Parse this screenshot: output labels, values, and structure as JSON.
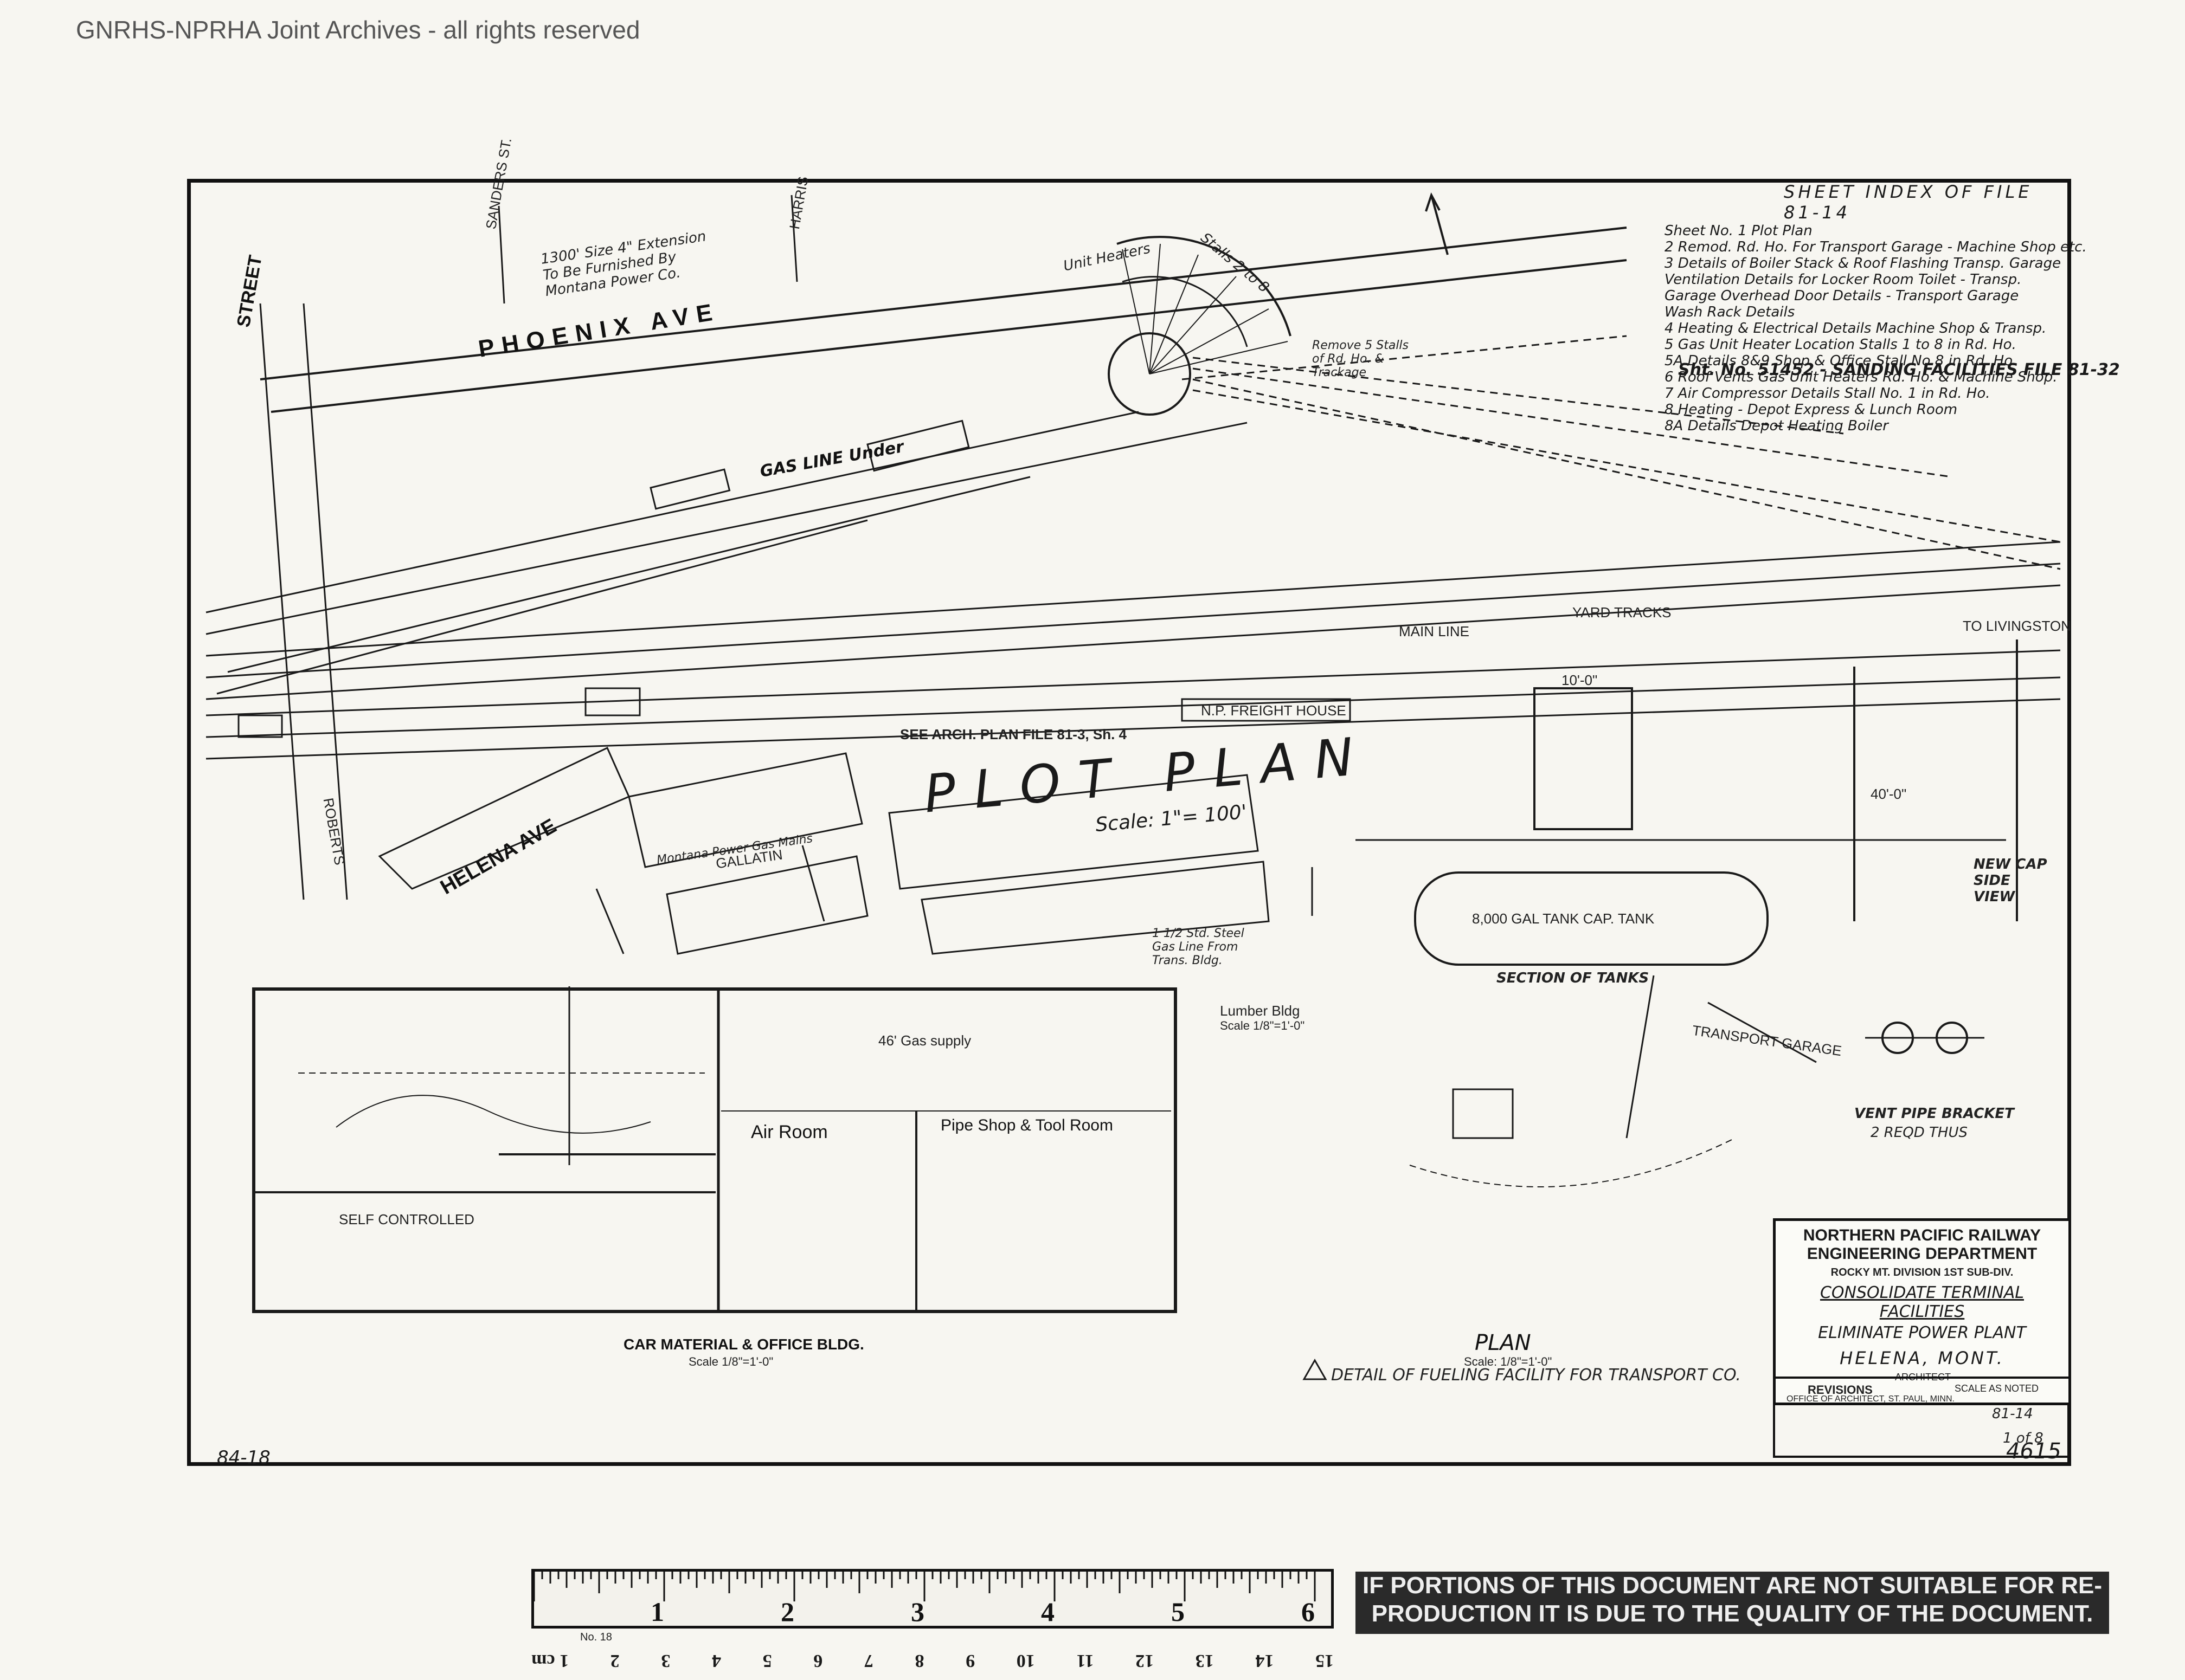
{
  "watermark": "GNRHS-NPRHA Joint Archives - all rights reserved",
  "sheet_index": {
    "title": "SHEET INDEX OF FILE 81-14",
    "rows": [
      "Sheet No. 1  Plot Plan",
      "2  Remod. Rd. Ho. For Transport Garage - Machine Shop etc.",
      "3  Details of Boiler Stack & Roof Flashing Transp. Garage",
      "Ventilation Details for Locker Room Toilet - Transp.",
      "Garage Overhead Door Details - Transport Garage",
      "Wash Rack Details",
      "4  Heating & Electrical Details Machine Shop & Transp.",
      "5  Gas Unit Heater Location Stalls 1 to 8 in Rd. Ho.",
      "5A  Details 8&9 Shop & Office Stall No 8 in Rd. Ho.",
      "6  Roof Vents Gas Unit Heaters Rd. Ho. & Machine Shop.",
      "7  Air Compressor Details Stall No. 1 in Rd. Ho.",
      "8  Heating - Depot Express & Lunch Room",
      "8A  Details Depot Heating Boiler"
    ],
    "sanding": "Sht. No. 51452 - SANDING FACILITIES FILE 81-32"
  },
  "labels": {
    "plot_plan": "PLOT PLAN",
    "plot_plan_scale": "Scale: 1\"= 100'",
    "phoenix_ave": "PHOENIX AVE",
    "sanders_st": "SANDERS ST.",
    "harris": "HARRIS",
    "street": "STREET",
    "helena_ave": "HELENA AVE",
    "gallatin": "GALLATIN",
    "roberts": "ROBERTS",
    "gas_extension": "1300' Size 4\" Extension To Be Furnished By Montana Power Co.",
    "gas_line": "GAS LINE Under",
    "unit_heaters": "Unit Heaters",
    "stalls": "Stalls 2 to 8",
    "remove_stalls": "Remove 5 Stalls of Rd. Ho. & Trackage",
    "yard_tracks": "YARD TRACKS",
    "main_line": "MAIN LINE",
    "to_livingston": "TO LIVINGSTON",
    "freight_house": "N.P. FREIGHT HOUSE",
    "see_arch": "SEE ARCH. PLAN FILE 81-3, Sh. 4",
    "montana_gas": "Montana Power Gas Mains",
    "gas_tank": "8,000 GAL TANK CAP. TANK",
    "section_tanks": "SECTION OF TANKS",
    "transport_garage": "TRANSPORT GARAGE",
    "vent_pipe": "VENT PIPE BRACKET",
    "vent_pipe_2": "2 REQD THUS",
    "new_cap": "NEW CAP SIDE VIEW",
    "air_room": "Air Room",
    "pipe_shop": "Pipe Shop & Tool Room",
    "self_controlled": "SELF CONTROLLED",
    "car_material": "CAR MATERIAL & OFFICE BLDG.",
    "car_material_scale": "Scale 1/8\"=1'-0\"",
    "lumber_bldg": "Lumber Bldg",
    "lumber_scale": "Scale 1/8\"=1'-0\"",
    "plan": "PLAN",
    "plan_scale": "Scale: 1/8\"=1'-0\"",
    "fueling_detail": "DETAIL OF FUELING FACILITY FOR TRANSPORT CO.",
    "dim_10": "10'-0\"",
    "dim_40": "40'-0\"",
    "dim_46": "46' Gas supply",
    "pipe_note": "1 1/2 Std. Steel Gas Line From Trans. Bldg.",
    "margin_number": "4615",
    "corner_note": "84-18"
  },
  "title_block": {
    "line1": "NORTHERN PACIFIC RAILWAY",
    "line2": "ENGINEERING DEPARTMENT",
    "division": "ROCKY MT. DIVISION 1ST SUB-DIV.",
    "project1": "CONSOLIDATE TERMINAL FACILITIES",
    "project2": "ELIMINATE POWER PLANT",
    "location": "HELENA, MONT.",
    "architect": "ARCHITECT",
    "scale": "SCALE AS NOTED",
    "office": "OFFICE OF ARCHITECT, ST. PAUL, MINN.",
    "revisions": "REVISIONS",
    "sheet": "1 of 8",
    "file": "81-14"
  },
  "ruler": {
    "inch_labels": [
      "1",
      "2",
      "3",
      "4",
      "5",
      "6"
    ],
    "maker": "No. 18",
    "cm_labels": [
      "15",
      "14",
      "13",
      "12",
      "11",
      "10",
      "9",
      "8",
      "7",
      "6",
      "5",
      "4",
      "3",
      "2",
      "1 cm"
    ]
  },
  "notice": {
    "line1": "IF PORTIONS OF THIS DOCUMENT ARE NOT SUITABLE FOR RE-",
    "line2": "PRODUCTION IT IS DUE TO THE QUALITY OF THE DOCUMENT."
  }
}
